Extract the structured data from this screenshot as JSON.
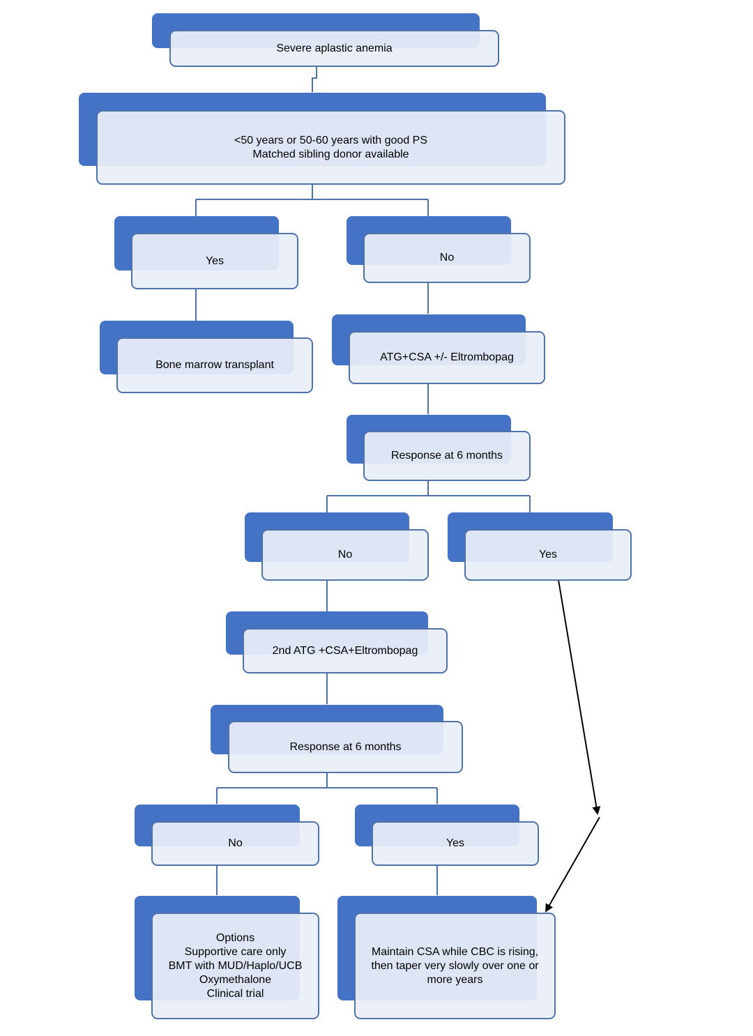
{
  "diagram": {
    "nodes": {
      "root": "Severe aplastic anemia",
      "criteria": "<50 years or 50-60 years with good PS\nMatched sibling donor available",
      "yes_1": "Yes",
      "no_1": "No",
      "bmt": "Bone marrow transplant",
      "atg": "ATG+CSA +/- Eltrombopag",
      "response_1": "Response at 6 months",
      "no_2": "No",
      "yes_2": "Yes",
      "atg_2": "2nd ATG +CSA+Eltrombopag",
      "response_2": "Response at 6 months",
      "no_3": "No",
      "yes_3": "Yes",
      "options": "Options\nSupportive care only\nBMT with MUD/Haplo/UCB\nOxymethalone\nClinical trial",
      "maintain": "Maintain CSA while CBC is rising,\nthen taper very slowly over one or\nmore years"
    },
    "colors": {
      "accent": "#4472c4",
      "box_fill": "#e9eef8",
      "box_border": "#4f73a8",
      "connector": "#4f73a8",
      "arrow": "#000000"
    }
  }
}
